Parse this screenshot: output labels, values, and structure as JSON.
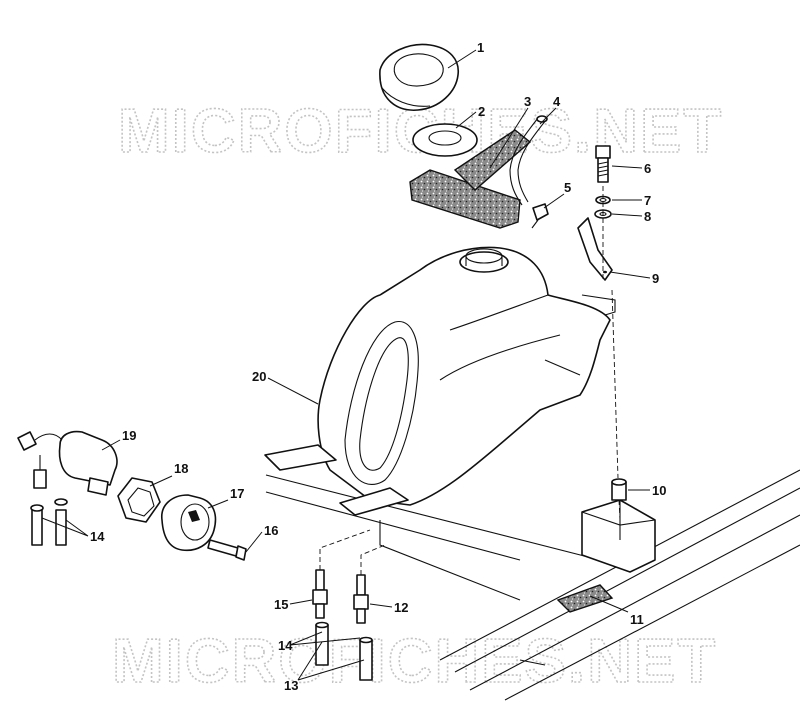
{
  "watermark": {
    "top": "MICROFICHES.NET",
    "bottom": "MICROFICHES.NET"
  },
  "callouts": [
    "1",
    "2",
    "3",
    "4",
    "5",
    "6",
    "7",
    "8",
    "9",
    "10",
    "11",
    "12",
    "13",
    "14",
    "14",
    "15",
    "16",
    "17",
    "18",
    "19",
    "20"
  ]
}
